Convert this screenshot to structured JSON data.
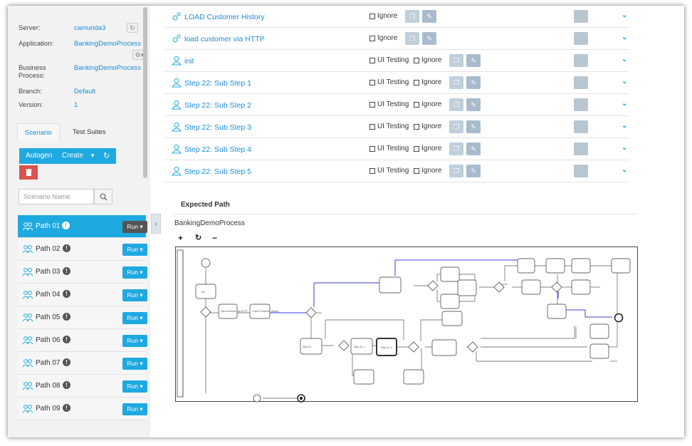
{
  "sidebar": {
    "info": [
      {
        "label": "Server:",
        "value": "camunda3"
      },
      {
        "label": "Application:",
        "value": "BankingDemoProcess"
      },
      {
        "label": "Business Process:",
        "value": "BankingDemoProcess"
      },
      {
        "label": "Branch:",
        "value": "Default"
      },
      {
        "label": "Version:",
        "value": "1"
      }
    ],
    "tabs": [
      "Scenario",
      "Test Suites"
    ],
    "buttons": {
      "autogen": "Autogen",
      "create": "Create"
    },
    "search_placeholder": "Scenario Name",
    "paths": [
      {
        "label": "Path 01",
        "run": "Run"
      },
      {
        "label": "Path 02",
        "run": "Run"
      },
      {
        "label": "Path 03",
        "run": "Run"
      },
      {
        "label": "Path 04",
        "run": "Run"
      },
      {
        "label": "Path 05",
        "run": "Run"
      },
      {
        "label": "Path 06",
        "run": "Run"
      },
      {
        "label": "Path 07",
        "run": "Run"
      },
      {
        "label": "Path 08",
        "run": "Run"
      },
      {
        "label": "Path 09",
        "run": "Run"
      }
    ]
  },
  "steps": [
    {
      "name": "LOAD Customer History",
      "ui_testing": null,
      "ignore": "Ignore"
    },
    {
      "name": "load customer via HTTP",
      "ui_testing": null,
      "ignore": "Ignore"
    },
    {
      "name": "init",
      "ui_testing": "UI Testing",
      "ignore": "Ignore"
    },
    {
      "name": "Step 22: Sub Step 1",
      "ui_testing": "UI Testing",
      "ignore": "Ignore"
    },
    {
      "name": "Step 22: Sub Step 2",
      "ui_testing": "UI Testing",
      "ignore": "Ignore"
    },
    {
      "name": "Step 22: Sub Step 3",
      "ui_testing": "UI Testing",
      "ignore": "Ignore"
    },
    {
      "name": "Step 22: Sub Step 4",
      "ui_testing": "UI Testing",
      "ignore": "Ignore"
    },
    {
      "name": "Step 22: Sub Step 5",
      "ui_testing": "UI Testing",
      "ignore": "Ignore"
    }
  ],
  "expected_path": {
    "title": "Expected Path",
    "process_name": "BankingDemoProcess",
    "toolbar": {
      "zoom_in": "+",
      "reset": "↻",
      "zoom_out": "−"
    }
  },
  "colors": {
    "accent": "#1fa9e1",
    "link": "#1a8cd8",
    "danger": "#d9534f",
    "path_highlight": "#3b3bdc"
  }
}
